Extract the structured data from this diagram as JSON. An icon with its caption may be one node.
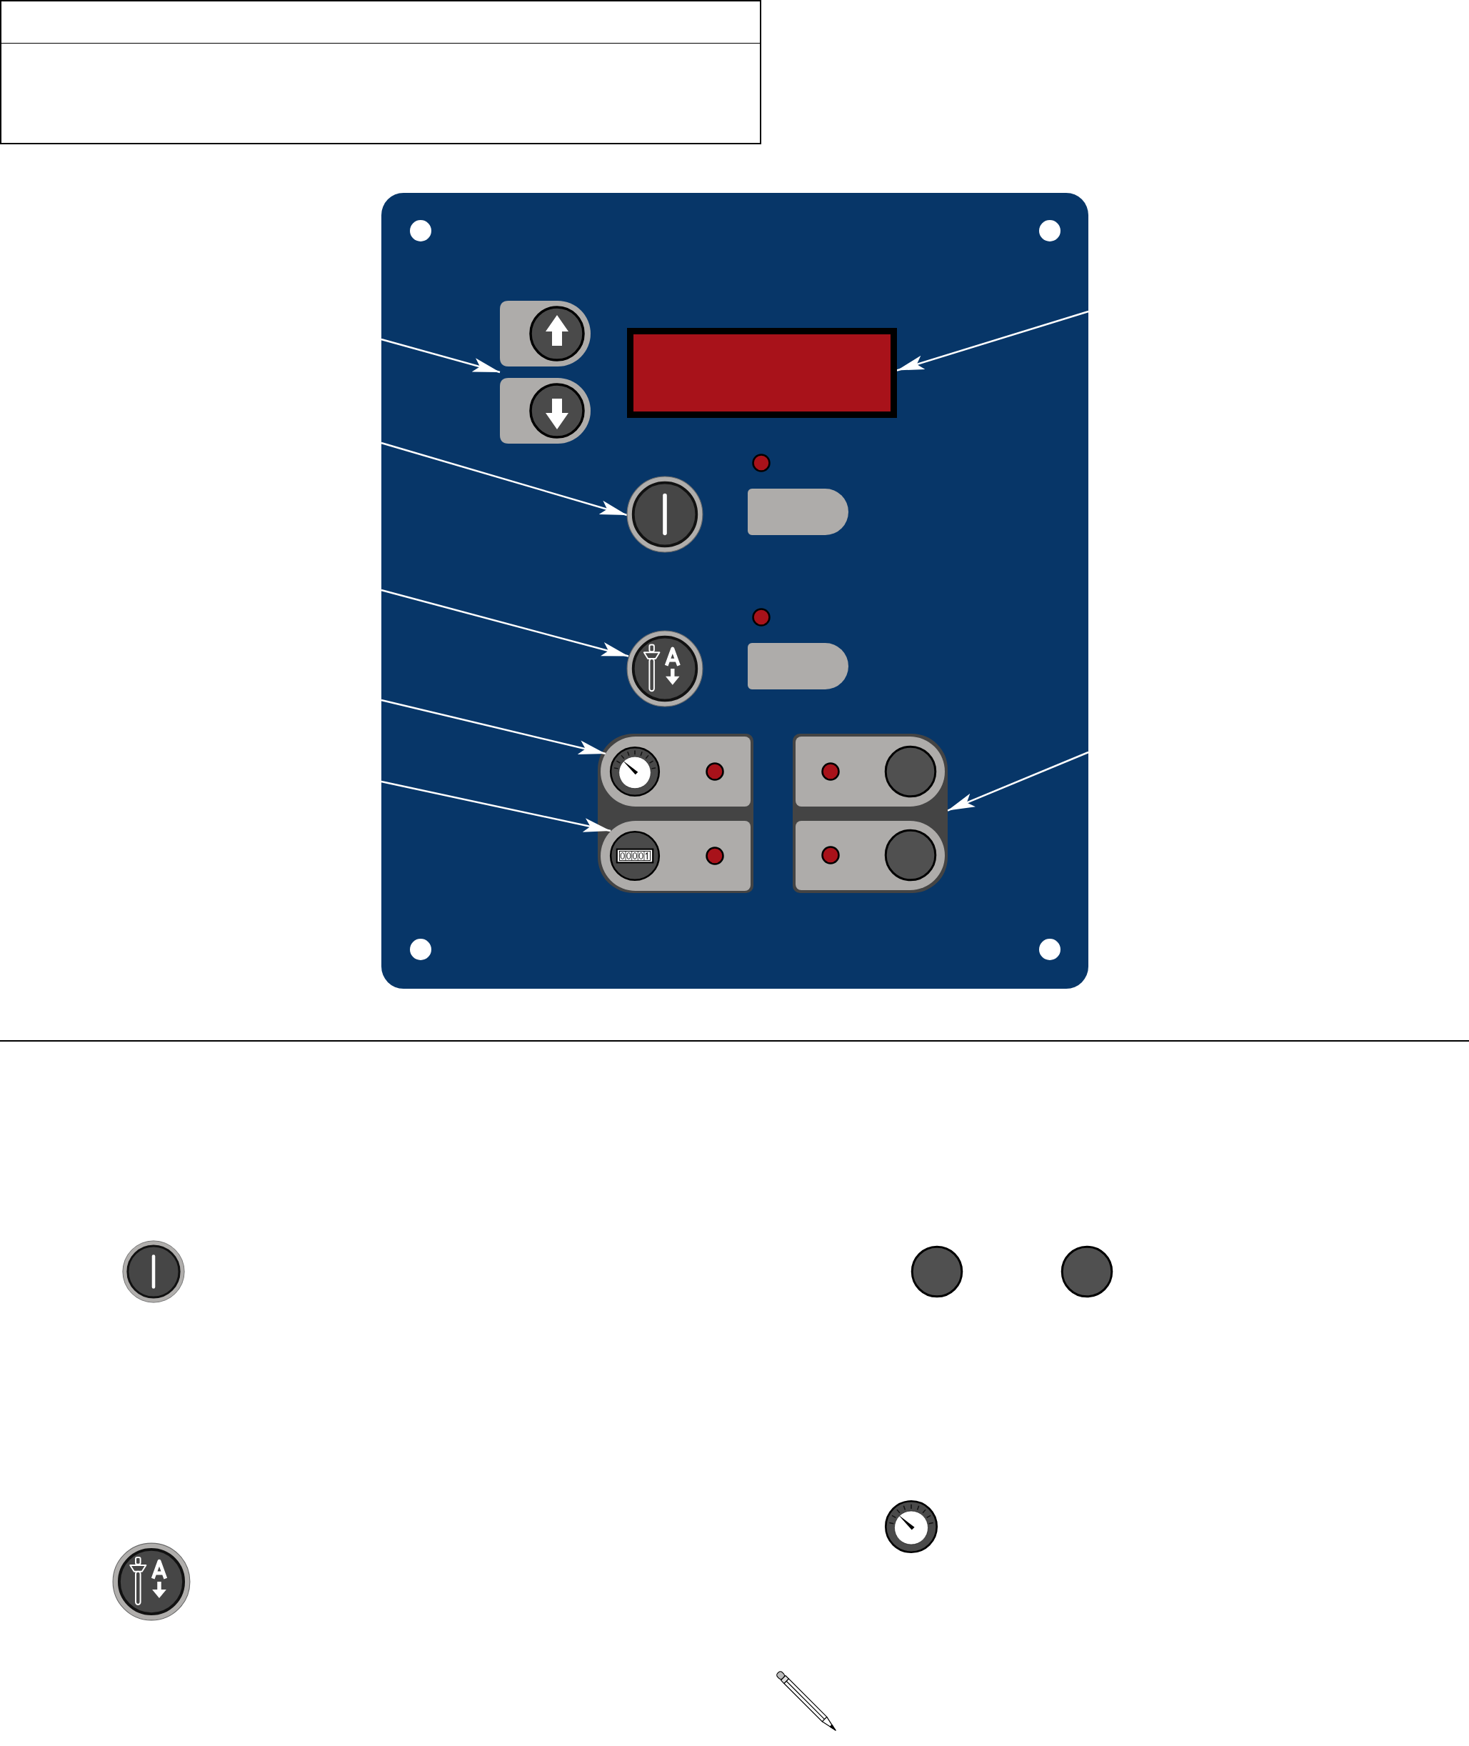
{
  "diagram": {
    "nodes": [
      {
        "text": [],
        "shape": "box"
      },
      {
        "text": [],
        "shape": "box",
        "in": 0
      },
      {
        "text": [],
        "shape": "box",
        "in": 0
      },
      {
        "text": [],
        "shape": "circle",
        "in": 0
      },
      {
        "text": [],
        "shape": "circle",
        "in": 0
      },
      {
        "text": [],
        "shape": "box",
        "in": 0
      },
      {
        "text": [],
        "shape": "box",
        "in": 0
      },
      {
        "text": [],
        "shape": "box",
        "in": 0
      }
    ],
    "edges": [
      {
        "from": null,
        "to": 1,
        "arrow": "to"
      },
      {
        "from": null,
        "to": 2,
        "arrow": "to"
      },
      {
        "from": null,
        "to": 3,
        "arrow": "to"
      },
      {
        "from": null,
        "to": 4,
        "arrow": "to"
      },
      {
        "from": null,
        "to": 5,
        "arrow": "to"
      },
      {
        "from": null,
        "to": 6,
        "arrow": "to"
      },
      {
        "from": null,
        "to": 7,
        "arrow": "to"
      }
    ]
  }
}
